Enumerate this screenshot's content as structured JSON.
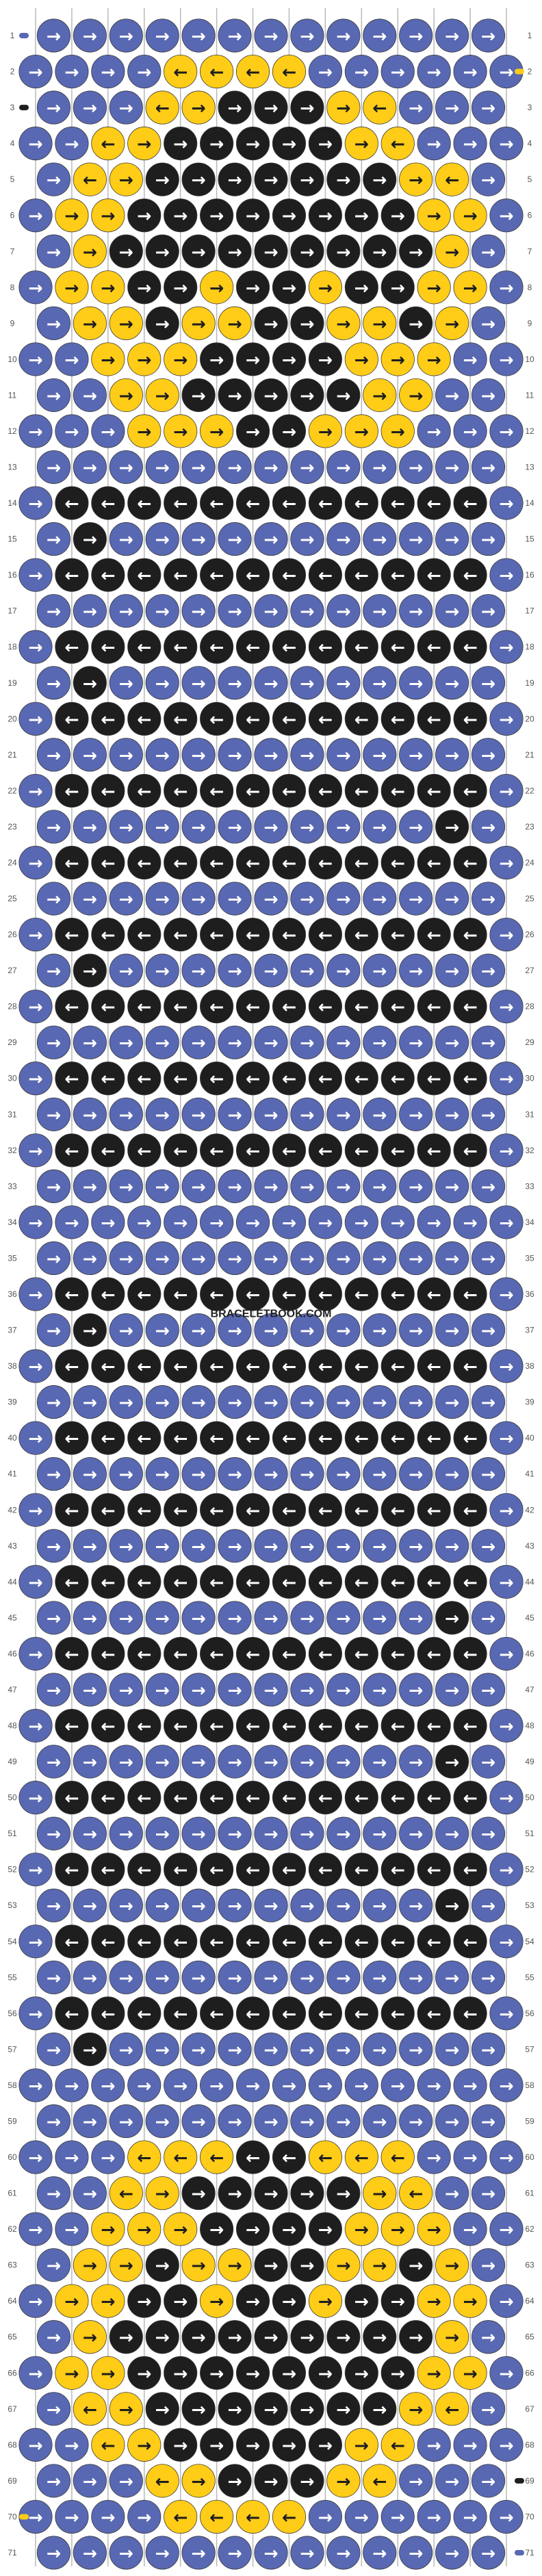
{
  "pattern": {
    "watermark": "BRACELETBOOK.COM",
    "rows": 71,
    "strings": 14,
    "colors": {
      "A": "#5968b2",
      "B": "#ffcc17",
      "C": "#1e1e1e"
    },
    "text_colors": {
      "A": "#ffffff",
      "B": "#1e1e1e",
      "C": "#ffffff"
    },
    "string_starts": [
      "A",
      "A",
      "A",
      "A",
      "A",
      "A",
      "A",
      "A",
      "A",
      "A",
      "A",
      "A",
      "A",
      "A"
    ],
    "row_numbers": [
      1,
      2,
      3,
      4,
      5,
      6,
      7,
      8,
      9,
      10,
      11,
      12,
      13,
      14,
      15,
      16,
      17,
      18,
      19,
      20,
      21,
      22,
      23,
      24,
      25,
      26,
      27,
      28,
      29,
      30,
      31,
      32,
      33,
      34,
      35,
      36,
      37,
      38,
      39,
      40,
      41,
      42,
      43,
      44,
      45,
      46,
      47,
      48,
      49,
      50,
      51,
      52,
      53,
      54,
      55,
      56,
      57,
      58,
      59,
      60,
      61,
      62,
      63,
      64,
      65,
      66,
      67,
      68,
      69,
      70,
      71
    ],
    "knot_symbols": {
      "F": "→",
      "B": "←",
      "FB": "↘",
      "BF": "↙"
    },
    "grid": [
      "AAAAAAAAAAAAA",
      "AAAABBBBAAAAAA",
      "AAABBCCCBBAAA",
      "AABBCCCCCBBAAA",
      "ABBCCCCCCCBBA",
      "ABBCCCCCCCCBBA",
      "ABCCCCCCCCCBA",
      "ABBCCBCCBCCBBA",
      "ABBCBBCCBBCBA",
      "AABBBCCCCBBBAA",
      "AABBCCCCCBBAA",
      "AAABBBCCBBBAAA",
      "AAAAAAAAAAAAA",
      "ACCCCCCCCCCCCA",
      "ACAAAAAAAAAAA",
      "ACCCCCCCCCCCCA",
      "AAAAAAAAAAAAA",
      "ACCCCCCCCCCCCA",
      "ACAAAAAAAAAAA",
      "ACCCCCCCCCCCCA",
      "AAAAAAAAAAAAA",
      "ACCCCCCCCCCCCA",
      "AAAAAAAAAAACA",
      "ACCCCCCCCCCCCA",
      "AAAAAAAAAAAAA",
      "ACCCCCCCCCCCCA",
      "ACAAAAAAAAAAA",
      "ACCCCCCCCCCCCA",
      "AAAAAAAAAAAAA",
      "ACCCCCCCCCCCCA",
      "AAAAAAAAAAAAA",
      "ACCCCCCCCCCCCA",
      "AAAAAAAAAAAAA",
      "AAAAAAAAAAAAAA",
      "AAAAAAAAAAAAA",
      "ACCCCCCCCCCCCA",
      "ACAAAAAAAAAAA",
      "ACCCCCCCCCCCCA",
      "AAAAAAAAAAAAA",
      "ACCCCCCCCCCCCA",
      "AAAAAAAAAAAAA",
      "ACCCCCCCCCCCCA",
      "AAAAAAAAAAAAA",
      "ACCCCCCCCCCCCA",
      "AAAAAAAAAAACA",
      "ACCCCCCCCCCCCA",
      "AAAAAAAAAAAAA",
      "ACCCCCCCCCCCCA",
      "AAAAAAAAAAACA",
      "ACCCCCCCCCCCCA",
      "AAAAAAAAAAAAA",
      "ACCCCCCCCCCCCA",
      "AAAAAAAAAAACA",
      "ACCCCCCCCCCCCA",
      "AAAAAAAAAAAAA",
      "ACCCCCCCCCCCCA",
      "ACAAAAAAAAAAA",
      "AAAAAAAAAAAAAA",
      "AAAAAAAAAAAAA",
      "AAABBBCCBBBAAA",
      "AABBCCCCCBBAA",
      "AABBBCCCCBBBAA",
      "ABBCBBCCBBCBA",
      "ABBCCBCCBCCBBA",
      "ABCCCCCCCCCBA",
      "ABBCCCCCCCCBBA",
      "ABBCCCCCCCBBA",
      "AABBCCCCCBBAAA",
      "AAABBCCCBBAAA",
      "AAAABBBBAAAAAA",
      "AAAAAAAAAAAAA"
    ],
    "dirs": [
      "FFFFFFFFFFFFF",
      "FFFFBBBBFFFFFF",
      "FFFBFFFFFBFFF",
      "FFBFFFFFFFBFFF",
      "FBFFFFFFFFFBF",
      "FFFFFFFFFFFFFF",
      "FFFFFFFFFFFFF",
      "FFFFFFFFFFFFFF",
      "FFFFFFFFFFFFF",
      "FFFFFFFFFFFFFF",
      "FFFFFFFFFFFFF",
      "FFFFFFFFFFFFFF",
      "FFFFFFFFFFFFF",
      "FBBBBBBBBBBBBF",
      "FFFFFFFFFFFFF",
      "FBBBBBBBBBBBBF",
      "FFFFFFFFFFFFF",
      "FBBBBBBBBBBBBF",
      "FFFFFFFFFFFFF",
      "FBBBBBBBBBBBBF",
      "FFFFFFFFFFFFF",
      "FBBBBBBBBBBBBF",
      "FFFFFFFFFFFFF",
      "FBBBBBBBBBBBBF",
      "FFFFFFFFFFFFF",
      "FBBBBBBBBBBBBF",
      "FFFFFFFFFFFFF",
      "FBBBBBBBBBBBBF",
      "FFFFFFFFFFFFF",
      "FBBBBBBBBBBBBF",
      "FFFFFFFFFFFFF",
      "FBBBBBBBBBBBBF",
      "FFFFFFFFFFFFF",
      "FFFFFFFFFFFFFF",
      "FFFFFFFFFFFFF",
      "FBBBBBBBBBBBBF",
      "FFFFFFFFFFFFF",
      "FBBBBBBBBBBBBF",
      "FFFFFFFFFFFFF",
      "FBBBBBBBBBBBBF",
      "FFFFFFFFFFFFF",
      "FBBBBBBBBBBBBF",
      "FFFFFFFFFFFFF",
      "FBBBBBBBBBBBBF",
      "FFFFFFFFFFFFF",
      "FBBBBBBBBBBBBF",
      "FFFFFFFFFFFFF",
      "FBBBBBBBBBBBBF",
      "FFFFFFFFFFFFF",
      "FBBBBBBBBBBBBF",
      "FFFFFFFFFFFFF",
      "FBBBBBBBBBBBBF",
      "FFFFFFFFFFFFF",
      "FBBBBBBBBBBBBF",
      "FFFFFFFFFFFFF",
      "FBBBBBBBBBBBBF",
      "FFFFFFFFFFFFF",
      "FFFFFFFFFFFFFF",
      "FFFFFFFFFFFFF",
      "FFFBBBBBBBBFFF",
      "FFBFFFFFFFBFF",
      "FFFFFFFFFFFFFF",
      "FFFFFFFFFFFFF",
      "FFFFFFFFFFFFFF",
      "FFFFFFFFFFFFF",
      "FFFFFFFFFFFFFF",
      "FBFFFFFFFFFBF",
      "FFBFFFFFFFBFFF",
      "FFFBFFFFFBFFF",
      "FFFFBBBBFFFFFF",
      "FFFFFFFFFFFFF"
    ]
  }
}
